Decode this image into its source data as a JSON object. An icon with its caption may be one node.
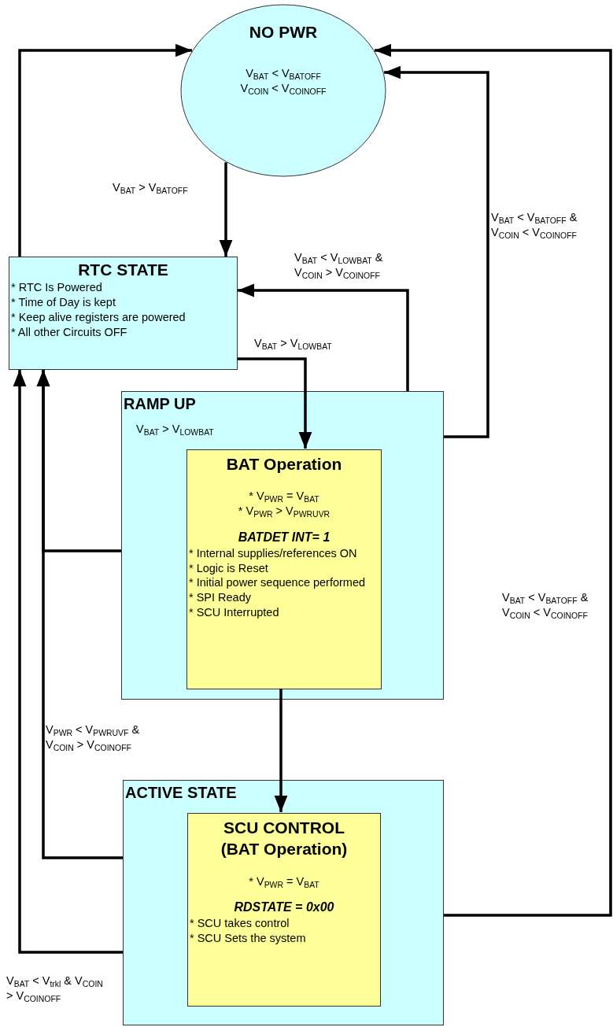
{
  "diagram": {
    "nodes": [
      {
        "text": [
          "NO PWR",
          "V$_{BAT}$ < V$_{BATOFF}$",
          "V$_{COIN}$ < V$_{COINOFF}$"
        ]
      },
      {
        "text": [
          "RTC STATE",
          "* RTC Is Powered",
          "* Time of Day is kept",
          "* Keep alive registers are powered",
          "* All other Circuits OFF"
        ]
      },
      {
        "text": [
          "RAMP UP",
          "V$_{BAT}$ > V$_{LOWBAT}$"
        ]
      },
      {
        "text": [
          "BAT Operation",
          "* V$_{PWR}$ = V$_{BAT}$",
          "* V$_{PWR}$ > V$_{PWRUVR}$",
          "BATDET INT= 1",
          "* Internal supplies/references ON",
          "* Logic is Reset",
          "* Initial power sequence performed",
          "* SPI Ready",
          "* SCU Interrupted"
        ],
        "in": 2
      },
      {
        "text": [
          "ACTIVE STATE"
        ]
      },
      {
        "text": [
          "SCU CONTROL (BAT Operation)",
          "* V$_{PWR}$ = V$_{BAT}$",
          "RDSTATE = 0x00",
          "* SCU takes control",
          "* SCU Sets the system"
        ],
        "in": 4
      }
    ],
    "edges": [
      {
        "from": 1,
        "to": 0,
        "arrow": "to"
      },
      {
        "from": 0,
        "to": 1,
        "arrow": "to",
        "label": "V$_{BAT}$ > V$_{BATOFF}$"
      },
      {
        "from": 2,
        "to": 1,
        "arrow": "to",
        "label": "V$_{BAT}$ < V$_{LOWBAT}$ & V$_{COIN}$ > V$_{COINOFF}$"
      },
      {
        "from": 1,
        "to": 3,
        "arrow": "to",
        "label": "V$_{BAT}$ > V$_{LOWBAT}$"
      },
      {
        "from": 2,
        "to": 0,
        "arrow": "to",
        "label": "V$_{BAT}$ < V$_{BATOFF}$ & V$_{COIN}$ < V$_{COINOFF}$"
      },
      {
        "from": 3,
        "to": 5,
        "arrow": "to"
      },
      {
        "from": 2,
        "to": 1,
        "arrow": "to"
      },
      {
        "from": 4,
        "to": 1,
        "arrow": "to",
        "label": "V$_{PWR}$ < V$_{PWRUVF}$ & V$_{COIN}$ > V$_{COINOFF}$"
      },
      {
        "from": 4,
        "to": 1,
        "arrow": "to",
        "label": "V$_{BAT}$ < V$_{trkl}$ & V$_{COIN}$ > V$_{COINOFF}$"
      },
      {
        "from": 4,
        "to": 0,
        "arrow": "to",
        "label": "V$_{BAT}$ < V$_{BATOFF}$ & V$_{COIN}$ < V$_{COINOFF}$"
      }
    ]
  }
}
